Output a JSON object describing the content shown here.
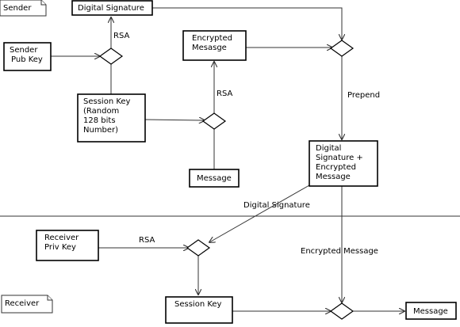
{
  "sections": {
    "sender": "Sender",
    "receiver": "Receiver"
  },
  "nodes": {
    "digital_signature": [
      "Digital Signature"
    ],
    "sender_pub_key": [
      "Sender",
      "Pub Key"
    ],
    "encrypted_message": [
      "Encrypted",
      "Mesasge"
    ],
    "session_key_random": [
      "Session Key",
      "(Random",
      "128 bits",
      "Number)"
    ],
    "message_in": [
      "Message"
    ],
    "digital_signature_encrypted": [
      "Digital",
      "Signature +",
      "Encrypted",
      "Message"
    ],
    "receiver_priv_key": [
      "Receiver",
      "Priv Key"
    ],
    "session_key_out": [
      "Session Key"
    ],
    "message_out": [
      "Message"
    ]
  },
  "edges": {
    "rsa_signature": "RSA",
    "rsa_message": "RSA",
    "prepend": "Prepend",
    "digital_signature_link": "Digital Signature",
    "rsa_receiver": "RSA",
    "encrypted_message_link": "Encrypted Message"
  }
}
